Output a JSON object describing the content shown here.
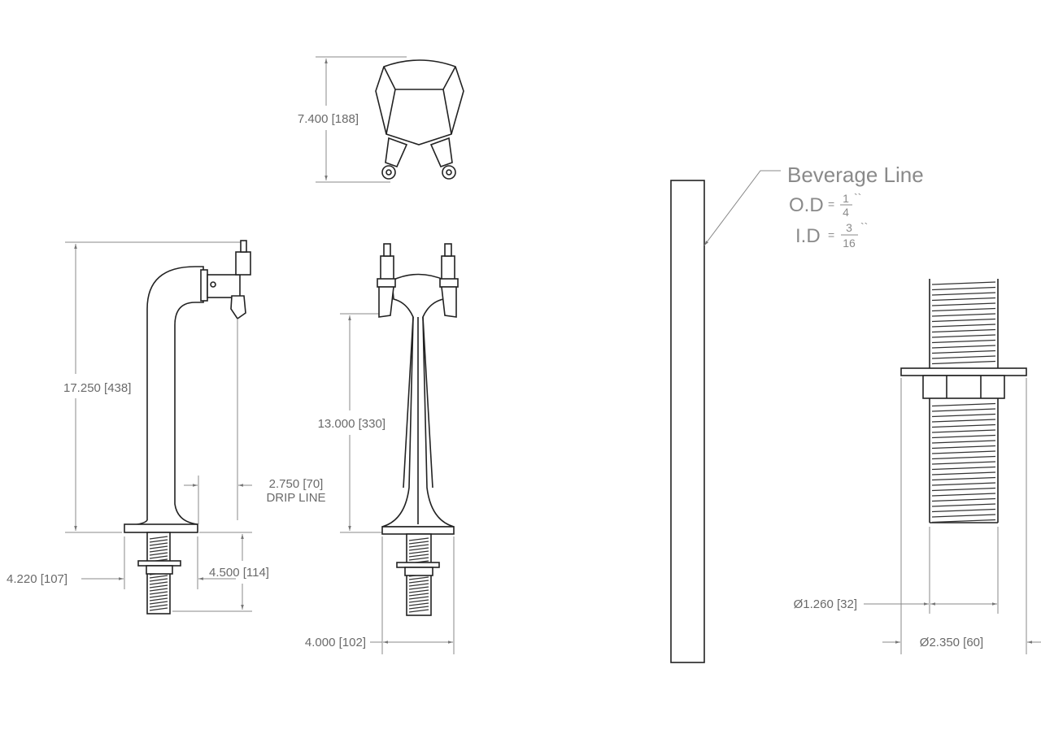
{
  "top_view": {
    "height_dim": "7.400 [188]"
  },
  "side_view": {
    "height_dim": "17.250 [438]",
    "drip_dim": "2.750 [70]",
    "drip_label": "DRIP LINE",
    "base_dim": "4.220 [107]",
    "shank_dim": "4.500 [114]"
  },
  "front_view": {
    "height_dim": "13.000 [330]",
    "base_dim": "4.000 [102]"
  },
  "beverage_line": {
    "title": "Beverage Line",
    "od_label": "O.D",
    "od_num": "1",
    "od_den": "4",
    "id_label": "I.D",
    "id_num": "3",
    "id_den": "16",
    "equals": "=",
    "inch_mark": "``"
  },
  "shank_detail": {
    "inner_dim": "Ø1.260 [32]",
    "outer_dim": "Ø2.350 [60]"
  }
}
